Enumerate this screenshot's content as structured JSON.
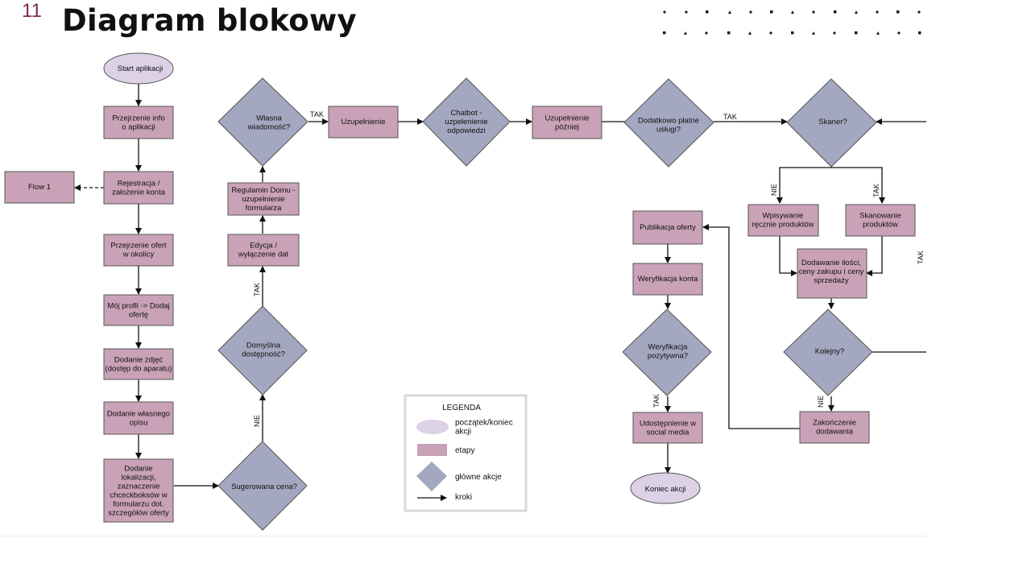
{
  "header": {
    "slide_number": "11",
    "title": "Diagram blokowy"
  },
  "colors": {
    "oval": "#dcd1e6",
    "box": "#c9a2b8",
    "diamond": "#a3a7bf",
    "accent": "#7d2a5c"
  },
  "nodes": {
    "start": "Start aplikacji",
    "info": "Przejrzenie info\no aplikacji",
    "flow1": "Flow 1",
    "registration": "Rejestracja /\nzałożenie konta",
    "offers": "Przejrzenie ofert\nw okolicy",
    "profile": "Mój profil -> Dodaj\nofertę",
    "photos": "Dodanie zdjęć\n(dostęp do aparatu)",
    "description": "Dodanie własnego\nopisu",
    "location": "Dodanie\nlokalizacji,\nzaznaczenie\nchceckboksów w\nformularzu dot.\nszczegółów oferty",
    "suggested_price": "Sugerowana cena?",
    "default_availability": "Domyślna\ndostępność?",
    "edit_dates": "Edycja /\nwyłączenie dat",
    "house_rules": "Regulamin Domu -\nuzupełnienie\nformularza",
    "own_message": "Własna\nwiadomość?",
    "fill": "Uzupełnienie",
    "chatbot": "Chatbot -\nuzpełenienie\nodpowiedzi",
    "fill_later": "Uzupełnienie\npóźniej",
    "paid_services": "Dodatkowo płatne\nusługi?",
    "scanner": "Skaner?",
    "manual": "Wpisywanie\nręcznie produktów",
    "scanning": "Skanowanie\nproduktów",
    "quantity": "Dodawanie ilości,\nceny zakupu i ceny\nsprzedaży",
    "next": "Kolejny?",
    "finish_adding": "Zakończenie\ndodawania",
    "publish": "Publikacja oferty",
    "verify_account": "Weryfikacja konta",
    "verify_positive": "Weryfikacja\npozytywna?",
    "share": "Udostępnienie w\nsocial media",
    "end": "Koniec akcji"
  },
  "edge_labels": {
    "yes": "TAK",
    "no": "NIE"
  },
  "legend": {
    "title": "LEGENDA",
    "items": [
      {
        "shape": "oval",
        "label": "początek/koniec\nakcji"
      },
      {
        "shape": "box",
        "label": "etapy"
      },
      {
        "shape": "diamond",
        "label": "główne akcje"
      },
      {
        "shape": "arrow",
        "label": "kroki"
      }
    ]
  }
}
